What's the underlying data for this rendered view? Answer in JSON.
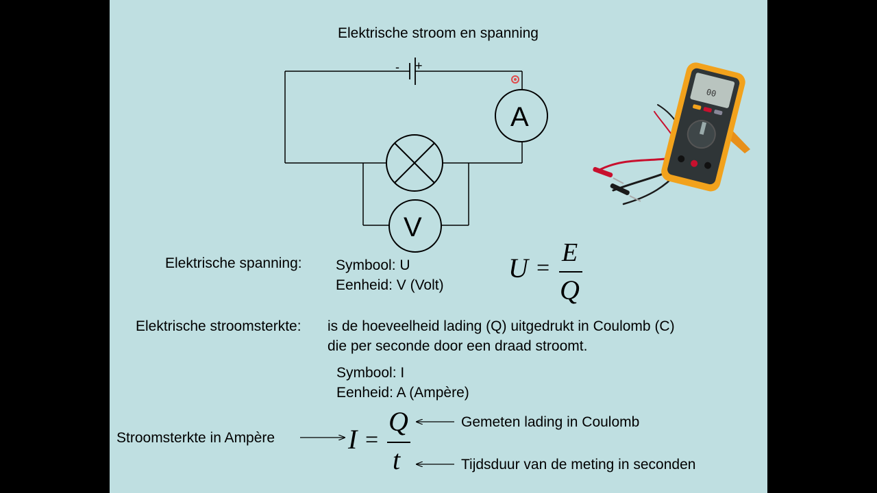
{
  "slide": {
    "title": "Elektrische stroom en spanning"
  },
  "circuit": {
    "battery_minus": "-",
    "battery_plus": "+",
    "ammeter_label": "A",
    "voltmeter_label": "V"
  },
  "spanning": {
    "heading": "Elektrische spanning:",
    "symbol": "Symbool: U",
    "unit": "Eenheid: V (Volt)",
    "formula": {
      "lhs": "U",
      "eq": "=",
      "num": "E",
      "den": "Q"
    }
  },
  "stroom": {
    "heading": "Elektrische stroomsterkte:",
    "def_line1": "is de hoeveelheid lading (Q) uitgedrukt in Coulomb (C)",
    "def_line2": "die per seconde door een draad stroomt.",
    "symbol": "Symbool: I",
    "unit": "Eenheid: A (Ampère)",
    "formula": {
      "lhs": "I",
      "eq": "=",
      "num": "Q",
      "den": "t"
    },
    "label_left": "Stroomsterkte in Ampère",
    "label_num": "Gemeten lading in Coulomb",
    "label_den": "Tijdsduur van de meting in seconden"
  },
  "colors": {
    "background": "#bfdfe1",
    "meter_body": "#f2a21c",
    "meter_face": "#2f3537",
    "lead_red": "#c8102e",
    "lead_black": "#1a1a1a"
  }
}
